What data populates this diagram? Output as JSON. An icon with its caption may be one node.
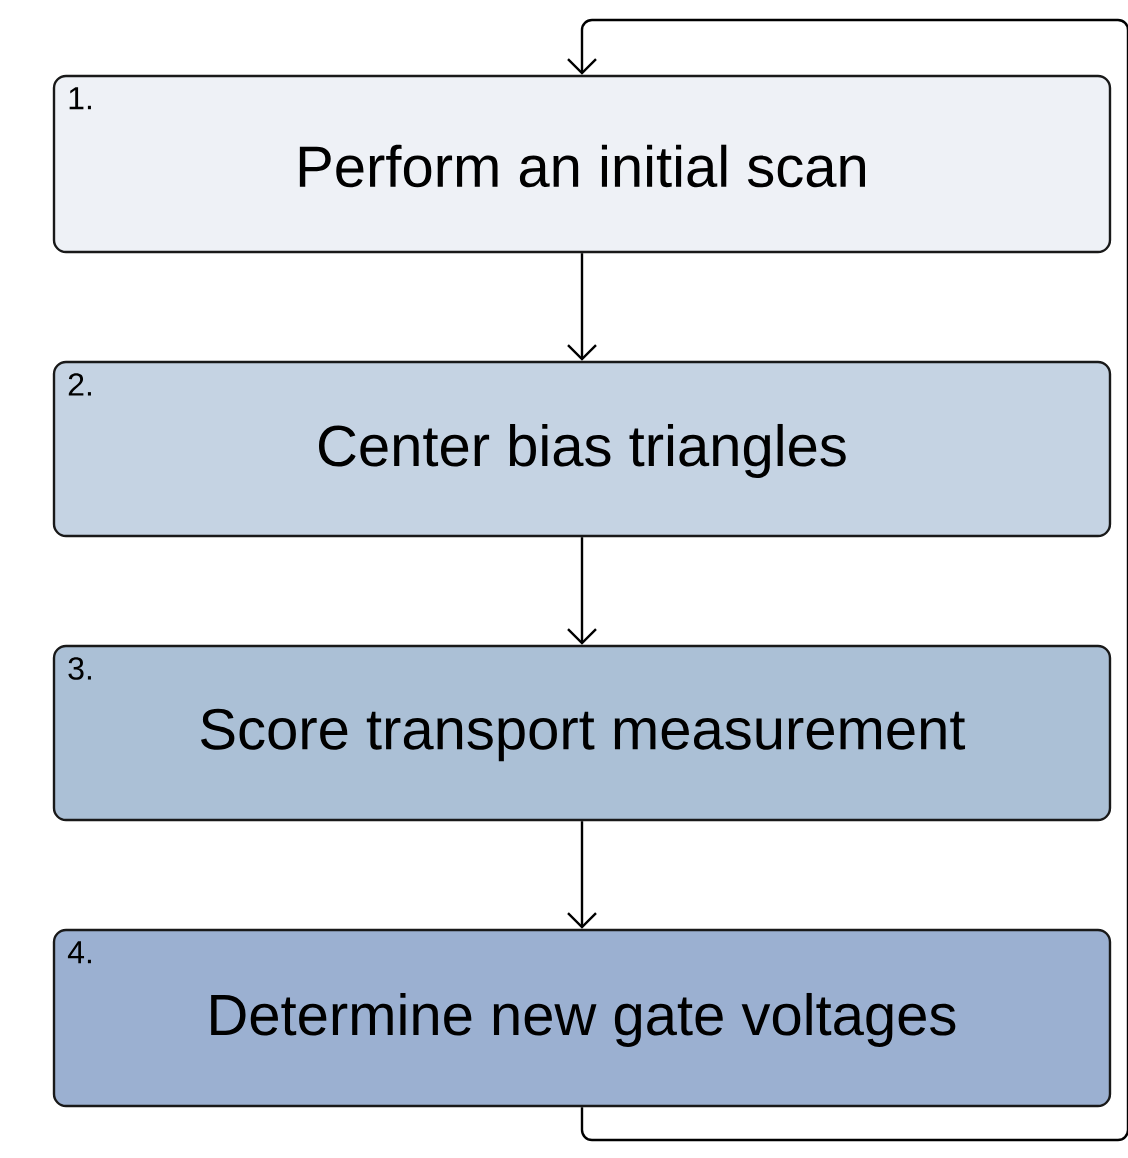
{
  "diagram": {
    "nodes": [
      {
        "text": [
          "1.",
          "Perform an initial scan"
        ]
      },
      {
        "text": [
          "2.",
          "Center bias triangles"
        ]
      },
      {
        "text": [
          "3.",
          "Score transport measurement"
        ]
      },
      {
        "text": [
          "4.",
          "Determine new gate voltages"
        ]
      }
    ],
    "edges": [
      {
        "from": 0,
        "to": 1,
        "arrow": "to"
      },
      {
        "from": 1,
        "to": 2,
        "arrow": "to"
      },
      {
        "from": 2,
        "to": 3,
        "arrow": "to"
      },
      {
        "from": 3,
        "to": 0,
        "arrow": "to"
      }
    ]
  }
}
